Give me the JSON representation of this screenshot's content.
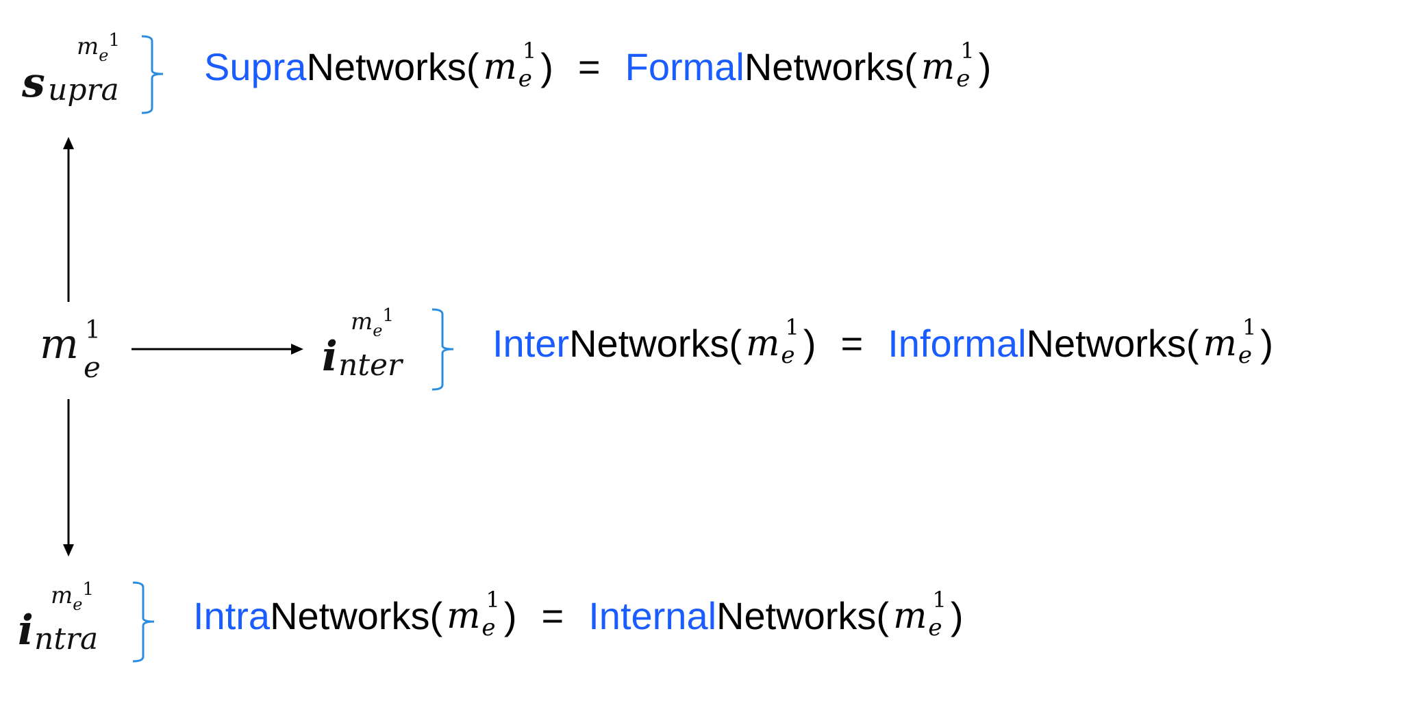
{
  "nodes": {
    "supra": {
      "base": "s",
      "sub": "upra",
      "sup_var": "m",
      "sup_sub": "e",
      "sup_exp": "1"
    },
    "center": {
      "var": "m",
      "sub": "e",
      "exp": "1"
    },
    "inter": {
      "base": "i",
      "sub": "nter",
      "sup_var": "m",
      "sup_sub": "e",
      "sup_exp": "1"
    },
    "intra": {
      "base": "i",
      "sub": "ntra",
      "sup_var": "m",
      "sup_sub": "e",
      "sup_exp": "1"
    }
  },
  "equations": {
    "supra": {
      "left_prefix": "Supra",
      "left_suffix": "Networks(",
      "right_prefix": "Formal",
      "right_suffix": "Networks(",
      "close": ")",
      "equals": "="
    },
    "inter": {
      "left_prefix": "Inter",
      "left_suffix": "Networks(",
      "right_prefix": "Informal",
      "right_suffix": "Networks(",
      "close": ")",
      "equals": "="
    },
    "intra": {
      "left_prefix": "Intra",
      "left_suffix": "Networks(",
      "right_prefix": "Internal",
      "right_suffix": "Networks(",
      "close": ")",
      "equals": "="
    }
  },
  "arg": {
    "var": "m",
    "sub": "e",
    "exp": "1"
  },
  "colors": {
    "accent": "#1a5cff",
    "bracket": "#2a8de0",
    "arrow": "#000000"
  }
}
